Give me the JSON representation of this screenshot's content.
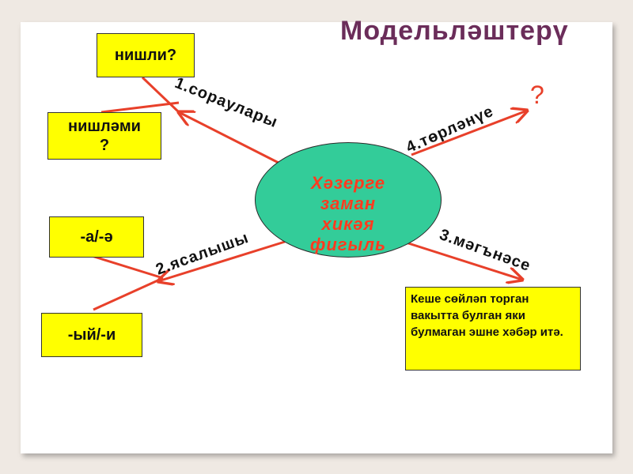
{
  "title": "Модельләштерү",
  "center": {
    "lines": [
      "Хәзерге",
      "заман",
      "хикәя",
      "фигыль"
    ]
  },
  "boxes": {
    "q1": "нишли?",
    "q2_line1": "нишләми",
    "q2_line2": "?",
    "suffix1": "-а/-ә",
    "suffix2": "-ый/-и"
  },
  "branches": {
    "b1": "1.сораулары",
    "b2": "2.ясалышы",
    "b3": "3.мәгънәсе",
    "b4": "4.төрләнүе"
  },
  "question_mark": "?",
  "definition": "Кеше сөйләп торган вакытта булган яки булмаган эшне хәбәр итә.",
  "colors": {
    "arrow": "#e8402a",
    "ellipse": "#33cc99",
    "box": "#ffff00",
    "title": "#6b2d5a",
    "center_text": "#ff3b1f"
  }
}
